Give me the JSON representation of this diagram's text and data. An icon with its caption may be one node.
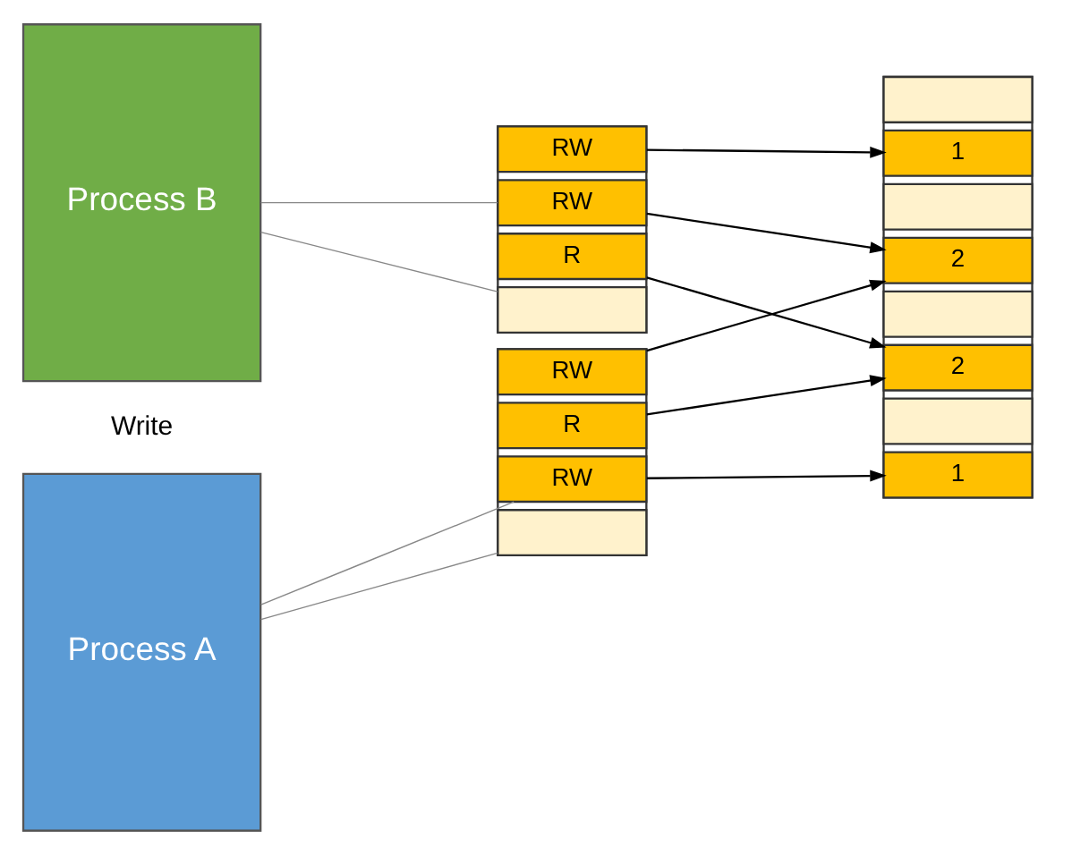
{
  "diagram": {
    "nodes": [
      {
        "text": [
          "Process A"
        ]
      },
      {
        "text": [],
        "shape": "box"
      },
      {
        "text": [
          "RW"
        ],
        "in": 1
      },
      {
        "text": [
          "RW"
        ],
        "in": 1
      },
      {
        "text": [
          "R"
        ],
        "in": 1
      },
      {
        "text": [],
        "shape": "box",
        "in": 1
      },
      {
        "text": [
          "Process B"
        ]
      },
      {
        "text": [],
        "shape": "box"
      },
      {
        "text": [
          "RW"
        ],
        "in": 7
      },
      {
        "text": [
          "RW"
        ],
        "in": 7
      },
      {
        "text": [
          "R"
        ],
        "in": 7
      },
      {
        "text": [],
        "shape": "box",
        "in": 7
      },
      {
        "text": [],
        "shape": "box"
      },
      {
        "text": [
          "1"
        ],
        "in": 12
      },
      {
        "text": [],
        "shape": "box",
        "in": 12
      },
      {
        "text": [
          "2"
        ],
        "in": 12
      },
      {
        "text": [],
        "shape": "box",
        "in": 12
      },
      {
        "text": [
          "1"
        ],
        "in": 12
      },
      {
        "text": [],
        "shape": "box",
        "in": 12
      },
      {
        "text": [
          "2"
        ],
        "in": 12
      },
      {
        "text": [],
        "shape": "box",
        "in": 12
      }
    ],
    "edges": [
      {
        "from": 0,
        "to": 1,
        "arrow": "none",
        "color": "#888888"
      },
      {
        "from": 0,
        "to": 1,
        "arrow": "none",
        "color": "#888888"
      },
      {
        "from": 6,
        "to": 7,
        "arrow": "none",
        "color": "#888888"
      },
      {
        "from": 6,
        "to": 7,
        "arrow": "none",
        "color": "#888888"
      },
      {
        "from": 2,
        "to": 13,
        "arrow": "to"
      },
      {
        "from": 3,
        "to": 15,
        "arrow": "to"
      },
      {
        "from": 4,
        "to": 19,
        "arrow": "to"
      },
      {
        "from": 8,
        "to": 15,
        "arrow": "to"
      },
      {
        "from": 9,
        "to": 17,
        "arrow": "to"
      },
      {
        "from": 10,
        "to": 19,
        "arrow": "to"
      }
    ],
    "labels": [
      "Write"
    ]
  }
}
